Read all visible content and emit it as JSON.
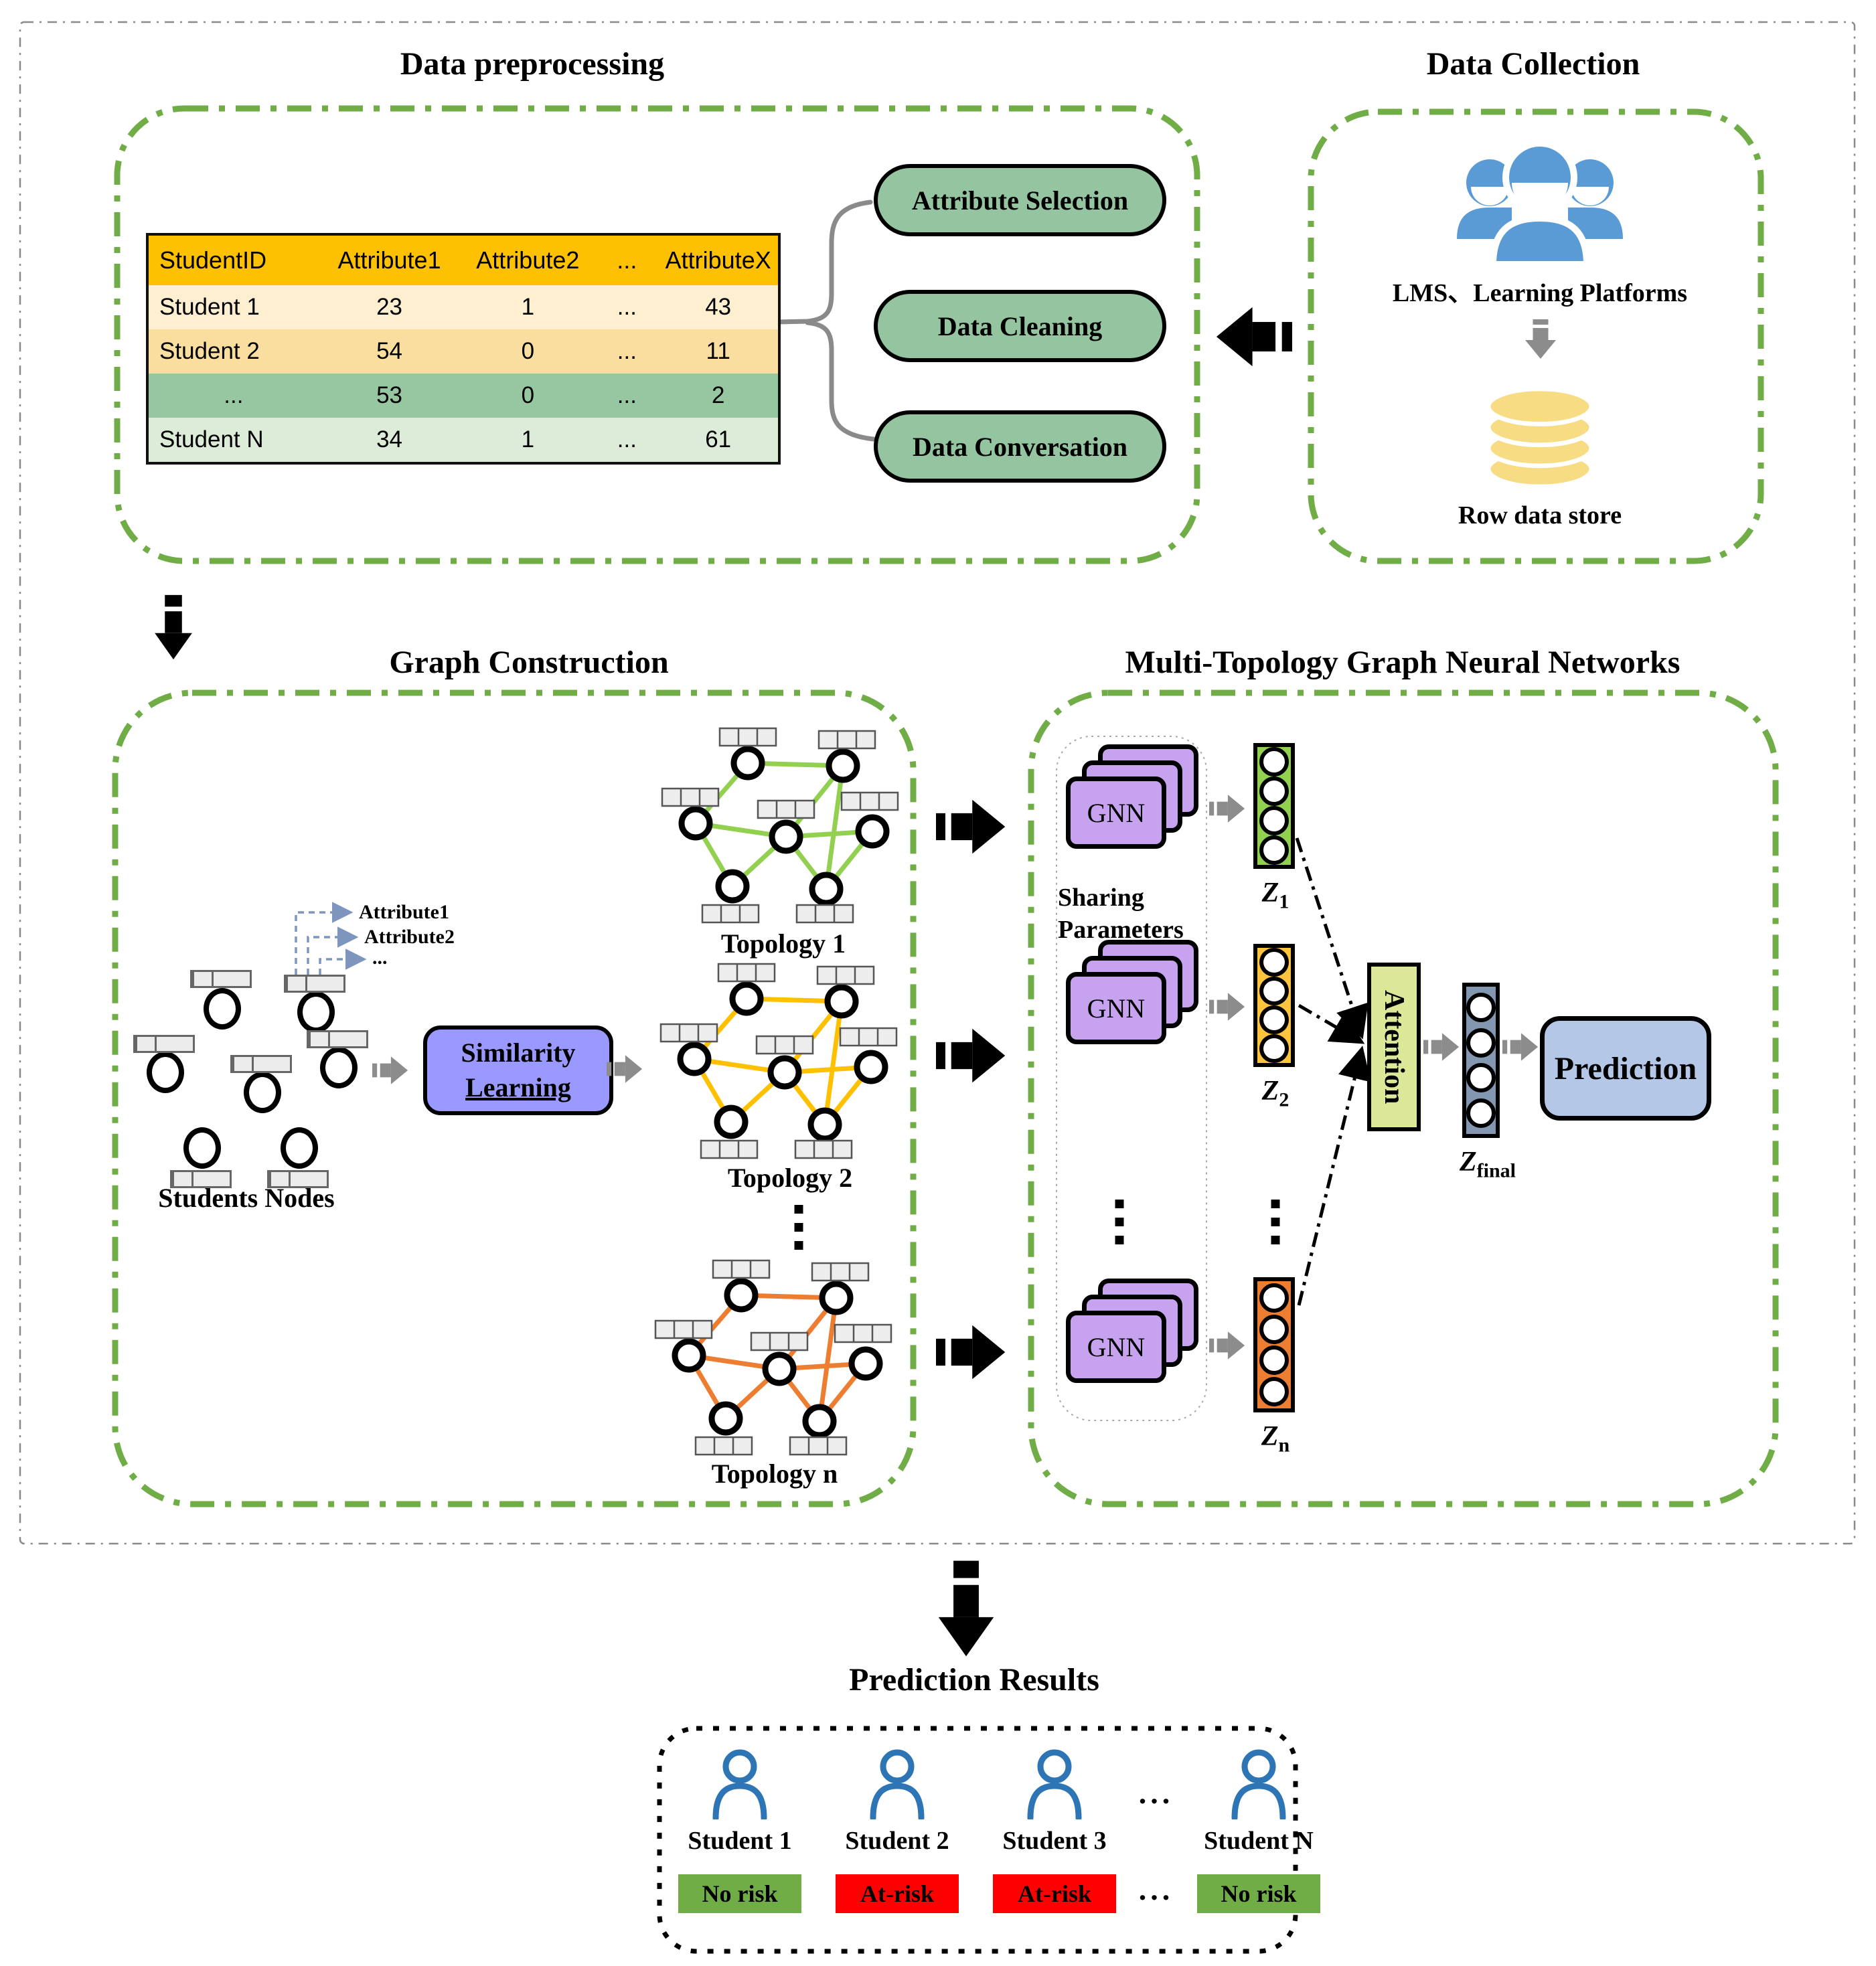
{
  "titles": {
    "preprocessing": "Data preprocessing",
    "collection": "Data Collection",
    "graph_construction": "Graph Construction",
    "mtgnn": "Multi-Topology Graph Neural Networks",
    "results": "Prediction Results"
  },
  "preprocessing": {
    "table": {
      "headers": [
        "StudentID",
        "Attribute1",
        "Attribute2",
        "...",
        "AttributeX"
      ],
      "rows": [
        [
          "Student 1",
          "23",
          "1",
          "...",
          "43"
        ],
        [
          "Student 2",
          "54",
          "0",
          "...",
          "11"
        ],
        [
          "...",
          "53",
          "0",
          "...",
          "2"
        ],
        [
          "Student N",
          "34",
          "1",
          "...",
          "61"
        ]
      ]
    },
    "pills": [
      "Attribute Selection",
      "Data Cleaning",
      "Data Conversation"
    ]
  },
  "collection": {
    "source_label": "LMS、Learning Platforms",
    "store_label": "Row data store"
  },
  "graph_construction": {
    "attribute_labels": [
      "Attribute1",
      "Attribute2",
      "..."
    ],
    "students_label": "Students Nodes",
    "similarity": {
      "line1": "Similarity",
      "line2": "Learning"
    },
    "topologies": [
      {
        "label": "Topology 1",
        "color": "#92D050"
      },
      {
        "label": "Topology 2",
        "color": "#FFC000"
      },
      {
        "label": "Topology n",
        "color": "#ED7D31"
      }
    ]
  },
  "mtgnn": {
    "sharing_label": "Sharing Parameters",
    "gnn_label": "GNN",
    "z_vectors": [
      {
        "base": "Z",
        "sub": "1",
        "color": "#92D050"
      },
      {
        "base": "Z",
        "sub": "2",
        "color": "#FFC43D"
      },
      {
        "base": "Z",
        "sub": "n",
        "color": "#ED7D31"
      }
    ],
    "attention_label": "Attention",
    "z_final": {
      "base": "Z",
      "sub": "final",
      "color": "#8497B0"
    },
    "prediction_label": "Prediction"
  },
  "results": {
    "dots": "...",
    "students": [
      {
        "name": "Student 1",
        "risk": "No risk",
        "color": "#70AD47"
      },
      {
        "name": "Student 2",
        "risk": "At-risk",
        "color": "#FF0000"
      },
      {
        "name": "Student 3",
        "risk": "At-risk",
        "color": "#FF0000"
      },
      {
        "name": "Student N",
        "risk": "No risk",
        "color": "#70AD47"
      }
    ]
  },
  "colors": {
    "box_border_green": "#70AD47",
    "outer_border_gray": "#8A8A8A",
    "pill_green": "#94C5A0",
    "table_header": "#FDC101",
    "table_row1": "#FDEFD0",
    "table_row2": "#FADE9F",
    "table_row3": "#96C7A1",
    "table_row4": "#DDEBD9",
    "similarity_purple": "#9999FF",
    "gnn_purple": "#C7A2EF",
    "attention_yellow_green": "#DCE897",
    "prediction_blue": "#B4C7E7",
    "people_blue": "#5B9BD5",
    "database_yellow": "#F7DC83",
    "person_outline_blue": "#2E75B6"
  }
}
